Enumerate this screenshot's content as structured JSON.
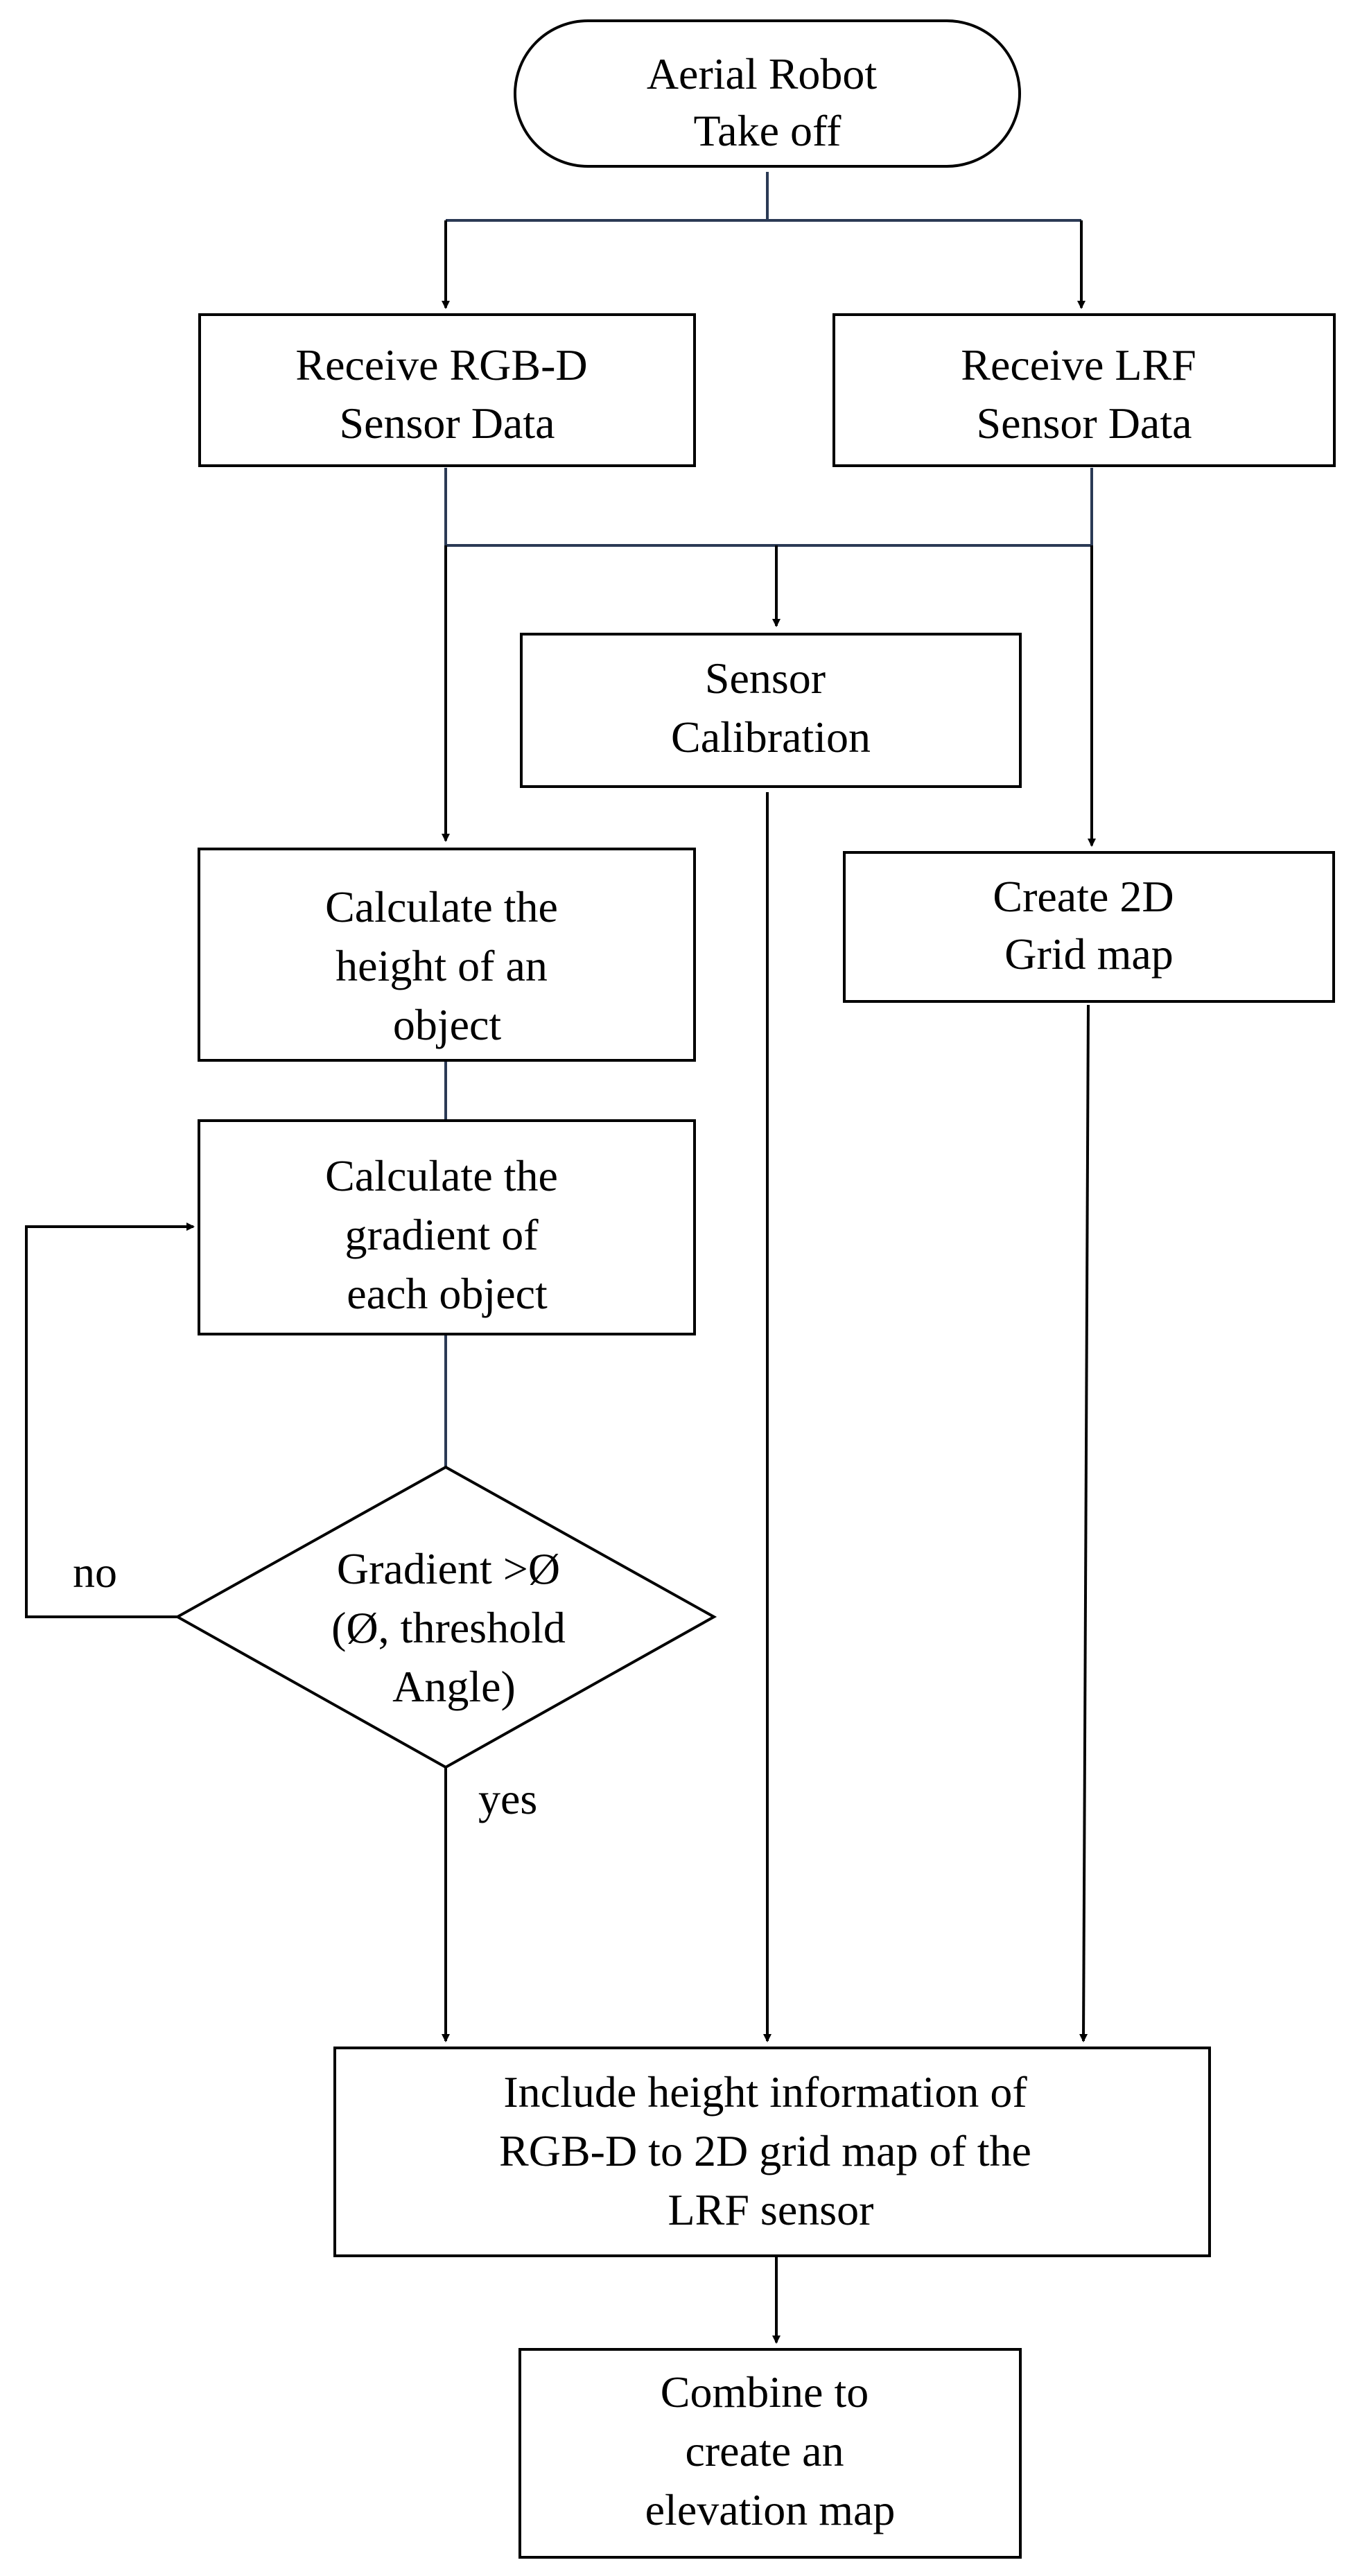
{
  "diagram": {
    "nodes": {
      "takeoff": [
        "Aerial Robot",
        "Take off"
      ],
      "rgbd": [
        "Receive RGB-D",
        "Sensor Data"
      ],
      "lrf": [
        "Receive LRF",
        "Sensor Data"
      ],
      "calibration": [
        "Sensor",
        "Calibration"
      ],
      "height": [
        "Calculate the",
        "height of an",
        "object"
      ],
      "grid": [
        "Create 2D",
        "Grid map"
      ],
      "gradient": [
        "Calculate the",
        "gradient of",
        "each object"
      ],
      "decision": [
        "Gradient >Ø",
        "(Ø, threshold",
        "Angle)"
      ],
      "include": [
        "Include height information of",
        "RGB-D to 2D grid map of the",
        "LRF sensor"
      ],
      "combine": [
        "Combine to",
        "create an",
        "elevation map"
      ]
    },
    "edge_labels": {
      "no": "no",
      "yes": "yes"
    }
  }
}
